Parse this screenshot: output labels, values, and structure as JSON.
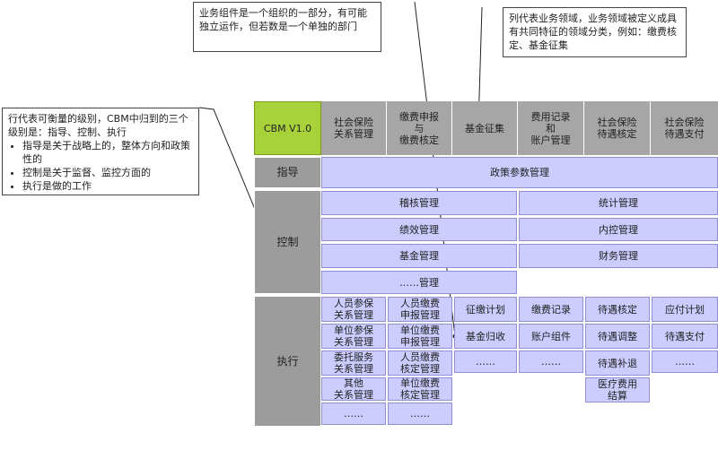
{
  "callouts": {
    "top_middle": "业务组件是一个组织的一部分，有可能独立运作，但若数是一个单独的部门",
    "top_right": "列代表业务领域，业务领域被定义成具有共同特征的领域分类，例如：缴费核定、基金征集",
    "left": {
      "intro": "行代表可衡量的级别，CBM中归到的三个级别是：指导、控制、执行",
      "items": [
        "指导是关于战略上的，整体方向和政策性的",
        "控制是关于监督、监控方面的",
        "执行是做的工作"
      ]
    }
  },
  "header": {
    "corner": "CBM V1.0",
    "columns": [
      "社会保险\n关系管理",
      "缴费申报\n与\n缴费核定",
      "基金征集",
      "费用记录\n和\n账户管理",
      "社会保险\n待遇核定",
      "社会保险\n待遇支付"
    ]
  },
  "rows": {
    "guide": {
      "label": "指导",
      "cells": [
        "政策参数管理"
      ]
    },
    "control": {
      "label": "控制",
      "cells": [
        "稽核管理",
        "统计管理",
        "绩效管理",
        "内控管理",
        "基金管理",
        "财务管理",
        "……管理"
      ]
    },
    "execute": {
      "label": "执行",
      "cells": [
        "人员参保\n关系管理",
        "人员缴费\n申报管理",
        "征缴计划",
        "缴费记录",
        "待遇核定",
        "应付计划",
        "单位参保\n关系管理",
        "单位缴费\n申报管理",
        "基金归收",
        "账户组件",
        "待遇调整",
        "待遇支付",
        "委托服务\n关系管理",
        "人员缴费\n核定管理",
        "……",
        "……",
        "待遇补退",
        "……",
        "其他\n关系管理",
        "单位缴费\n核定管理",
        "医疗费用\n结算",
        "……",
        "……"
      ]
    }
  }
}
